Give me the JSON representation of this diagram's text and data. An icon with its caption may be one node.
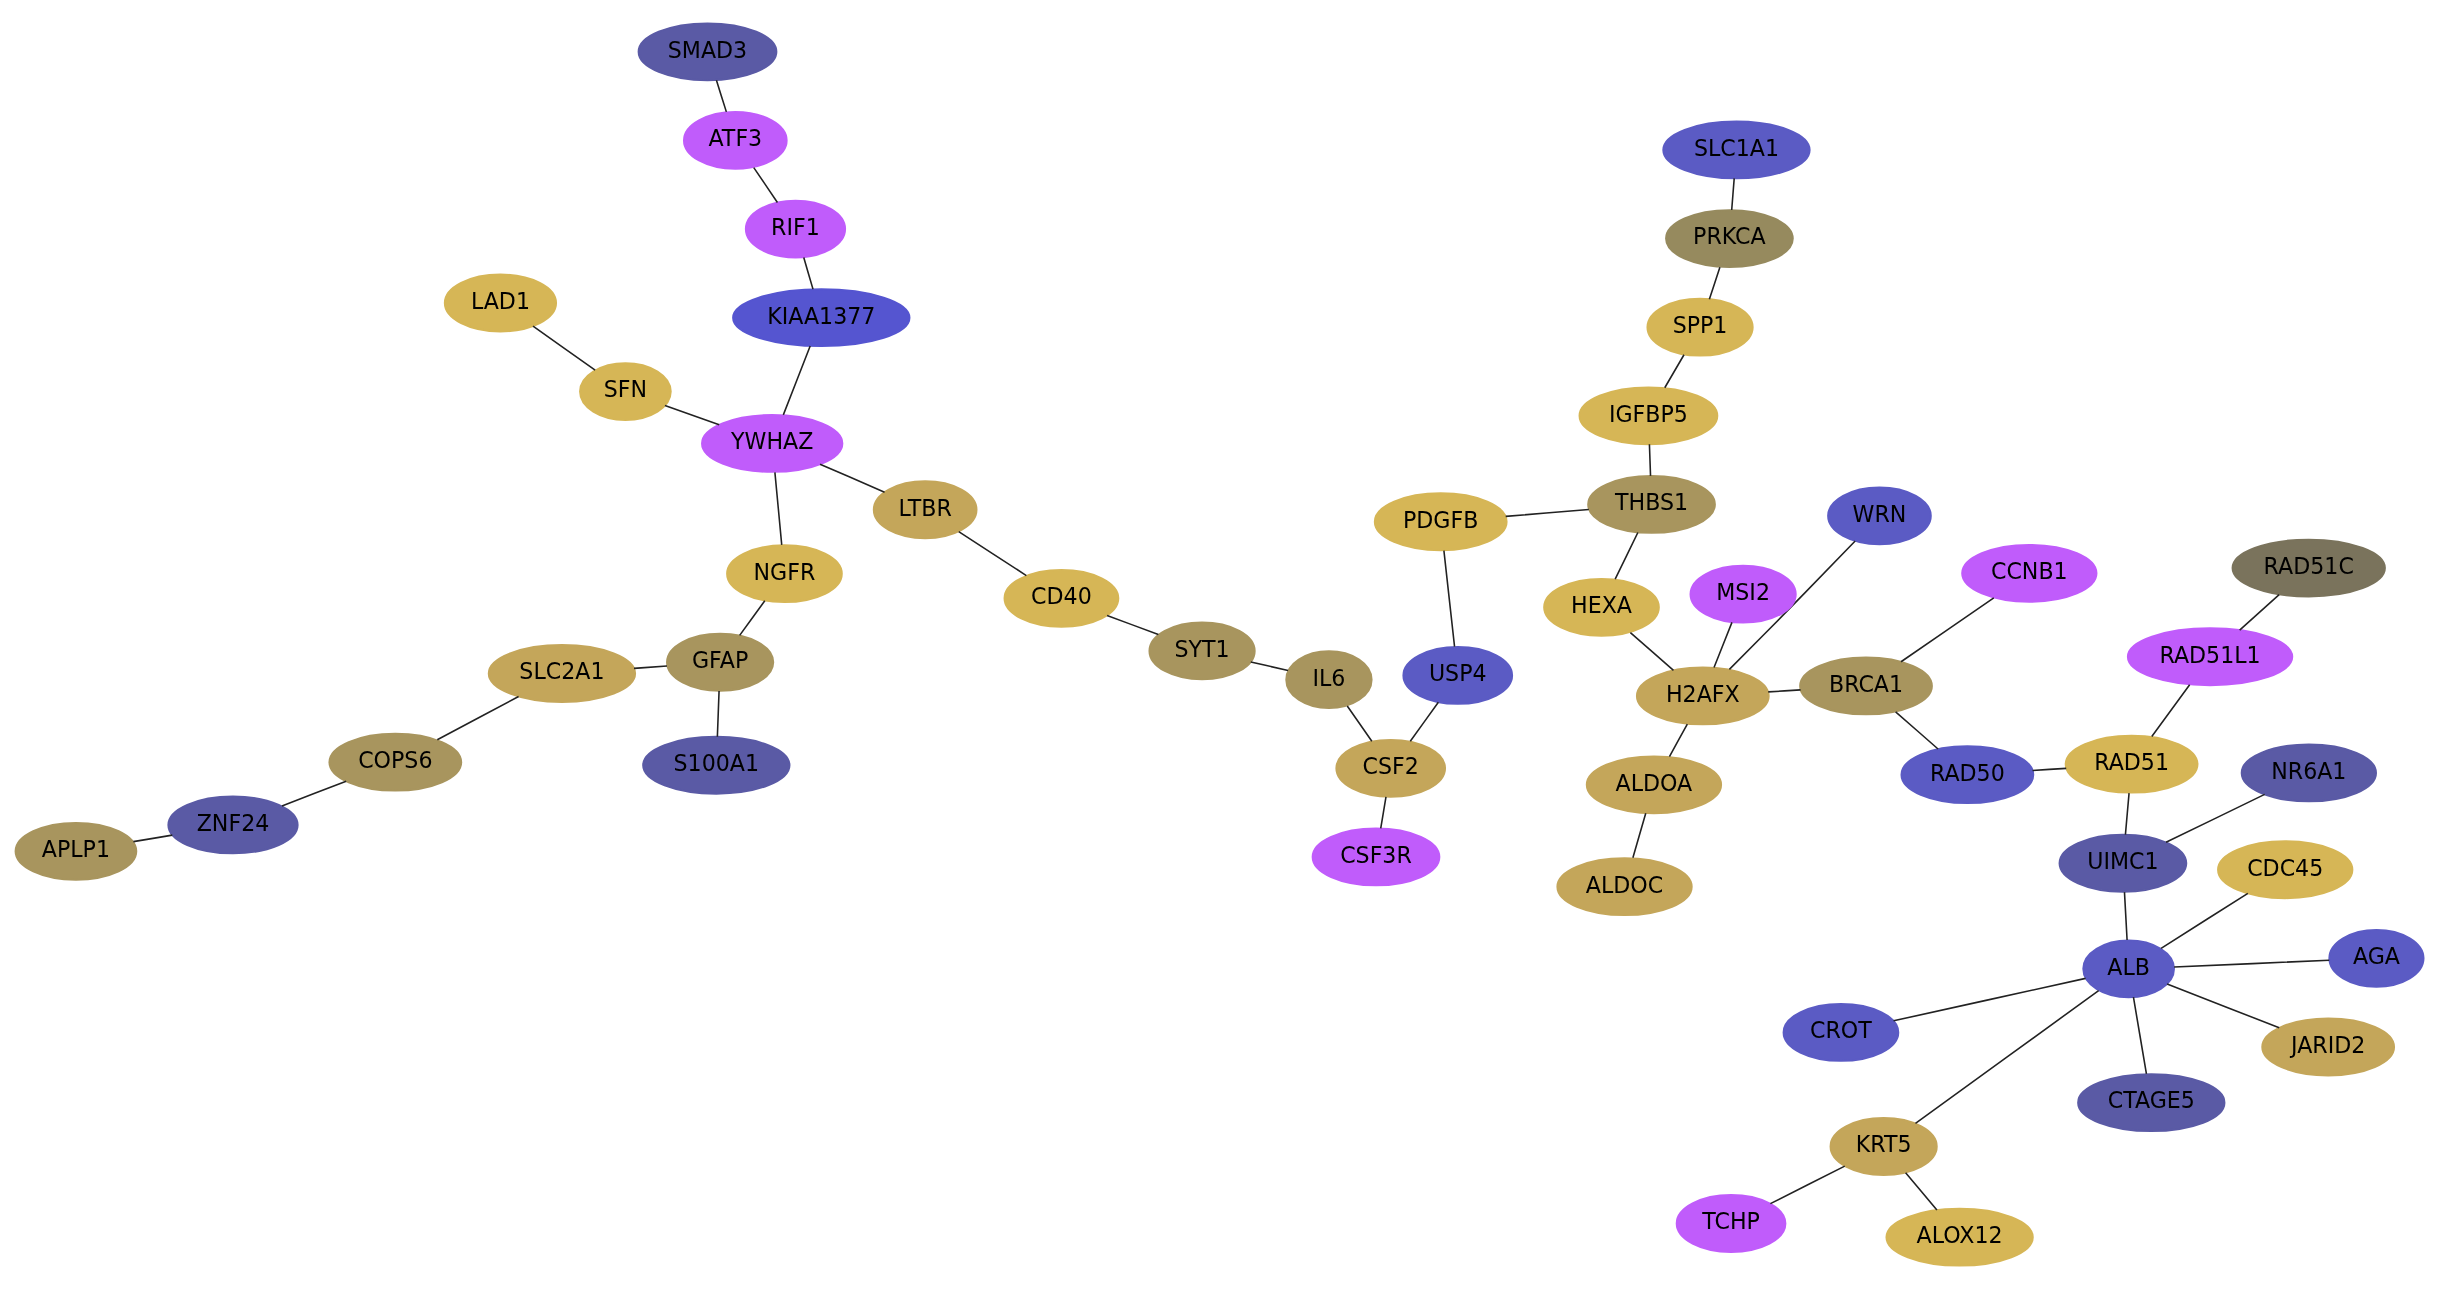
{
  "diagram": {
    "nodes": [
      {
        "text": [
          "SLC1A1"
        ]
      },
      {
        "text": [
          "PRKCA"
        ]
      },
      {
        "text": [
          "SPP1"
        ]
      },
      {
        "text": [
          "ALDOC"
        ]
      },
      {
        "text": [
          "IGFBP5"
        ]
      },
      {
        "text": [
          "ALDOA"
        ]
      },
      {
        "text": [
          "THBS1"
        ]
      },
      {
        "text": [
          "WRN"
        ]
      },
      {
        "text": [
          "CSF3R"
        ]
      },
      {
        "text": [
          "HEXA"
        ]
      },
      {
        "text": [
          "PDGFB"
        ]
      },
      {
        "text": [
          "H2AFX"
        ]
      },
      {
        "text": [
          "CTAGE5"
        ]
      },
      {
        "text": [
          "AGA"
        ]
      },
      {
        "text": [
          "USP4"
        ]
      },
      {
        "text": [
          "CDC45"
        ]
      },
      {
        "text": [
          "CSF2"
        ]
      },
      {
        "text": [
          "MSI2"
        ]
      },
      {
        "text": [
          "BRCA1"
        ]
      },
      {
        "text": [
          "LAD1"
        ]
      },
      {
        "text": [
          "APLP1"
        ]
      },
      {
        "text": [
          "ZNF24"
        ]
      },
      {
        "text": [
          "RAD50"
        ]
      },
      {
        "text": [
          "CROT"
        ]
      },
      {
        "text": [
          "IL6"
        ]
      },
      {
        "text": [
          "ALB"
        ]
      },
      {
        "text": [
          "COPS6"
        ]
      },
      {
        "text": [
          "UIMC1"
        ]
      },
      {
        "text": [
          "SYT1"
        ]
      },
      {
        "text": [
          "SFN"
        ]
      },
      {
        "text": [
          "CCNB1"
        ]
      },
      {
        "text": [
          "RAD51"
        ]
      },
      {
        "text": [
          "SLC2A1"
        ]
      },
      {
        "text": [
          "CD40"
        ]
      },
      {
        "text": [
          "TCHP"
        ]
      },
      {
        "text": [
          "KRT5"
        ]
      },
      {
        "text": [
          "JARID2"
        ]
      },
      {
        "text": [
          "GFAP"
        ]
      },
      {
        "text": [
          "LTBR"
        ]
      },
      {
        "text": [
          "NGFR"
        ]
      },
      {
        "text": [
          "NR6A1"
        ]
      },
      {
        "text": [
          "YWHAZ"
        ]
      },
      {
        "text": [
          "RAD51L1"
        ]
      },
      {
        "text": [
          "ALOX12"
        ]
      },
      {
        "text": [
          "S100A1"
        ]
      },
      {
        "text": [
          "KIAA1377"
        ]
      },
      {
        "text": [
          "RAD51C"
        ]
      },
      {
        "text": [
          "RIF1"
        ]
      },
      {
        "text": [
          "ATF3"
        ]
      },
      {
        "text": [
          "SMAD3"
        ]
      }
    ],
    "edges": [
      {
        "from": 25,
        "to": 12,
        "arrow": "none"
      },
      {
        "from": 25,
        "to": 13,
        "arrow": "none"
      },
      {
        "from": 25,
        "to": 15,
        "arrow": "none"
      },
      {
        "from": 25,
        "to": 23,
        "arrow": "none"
      },
      {
        "from": 25,
        "to": 27,
        "arrow": "none"
      },
      {
        "from": 25,
        "to": 35,
        "arrow": "none"
      },
      {
        "from": 25,
        "to": 36,
        "arrow": "none"
      },
      {
        "from": 35,
        "to": 34,
        "arrow": "none"
      },
      {
        "from": 35,
        "to": 43,
        "arrow": "none"
      },
      {
        "from": 27,
        "to": 40,
        "arrow": "none"
      },
      {
        "from": 27,
        "to": 31,
        "arrow": "none"
      },
      {
        "from": 31,
        "to": 22,
        "arrow": "none"
      },
      {
        "from": 31,
        "to": 42,
        "arrow": "none"
      },
      {
        "from": 42,
        "to": 46,
        "arrow": "none"
      },
      {
        "from": 22,
        "to": 18,
        "arrow": "none"
      },
      {
        "from": 18,
        "to": 30,
        "arrow": "none"
      },
      {
        "from": 18,
        "to": 11,
        "arrow": "none"
      },
      {
        "from": 11,
        "to": 7,
        "arrow": "none"
      },
      {
        "from": 11,
        "to": 5,
        "arrow": "none"
      },
      {
        "from": 5,
        "to": 3,
        "arrow": "none"
      },
      {
        "from": 11,
        "to": 17,
        "arrow": "none"
      },
      {
        "from": 11,
        "to": 9,
        "arrow": "none"
      },
      {
        "from": 9,
        "to": 6,
        "arrow": "none"
      },
      {
        "from": 6,
        "to": 4,
        "arrow": "none"
      },
      {
        "from": 4,
        "to": 2,
        "arrow": "none"
      },
      {
        "from": 2,
        "to": 1,
        "arrow": "none"
      },
      {
        "from": 1,
        "to": 0,
        "arrow": "none"
      },
      {
        "from": 6,
        "to": 10,
        "arrow": "none"
      },
      {
        "from": 10,
        "to": 14,
        "arrow": "none"
      },
      {
        "from": 14,
        "to": 16,
        "arrow": "none"
      },
      {
        "from": 16,
        "to": 8,
        "arrow": "none"
      },
      {
        "from": 16,
        "to": 24,
        "arrow": "none"
      },
      {
        "from": 24,
        "to": 28,
        "arrow": "none"
      },
      {
        "from": 28,
        "to": 33,
        "arrow": "none"
      },
      {
        "from": 33,
        "to": 38,
        "arrow": "none"
      },
      {
        "from": 38,
        "to": 41,
        "arrow": "none"
      },
      {
        "from": 41,
        "to": 29,
        "arrow": "none"
      },
      {
        "from": 29,
        "to": 19,
        "arrow": "none"
      },
      {
        "from": 41,
        "to": 39,
        "arrow": "none"
      },
      {
        "from": 39,
        "to": 37,
        "arrow": "none"
      },
      {
        "from": 37,
        "to": 32,
        "arrow": "none"
      },
      {
        "from": 32,
        "to": 26,
        "arrow": "none"
      },
      {
        "from": 26,
        "to": 21,
        "arrow": "none"
      },
      {
        "from": 21,
        "to": 20,
        "arrow": "none"
      },
      {
        "from": 37,
        "to": 44,
        "arrow": "none"
      },
      {
        "from": 41,
        "to": 45,
        "arrow": "none"
      },
      {
        "from": 45,
        "to": 47,
        "arrow": "none"
      },
      {
        "from": 47,
        "to": 48,
        "arrow": "none"
      },
      {
        "from": 48,
        "to": 49,
        "arrow": "none"
      }
    ]
  }
}
